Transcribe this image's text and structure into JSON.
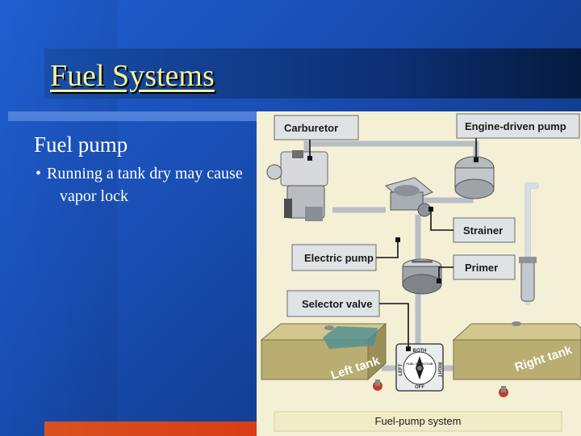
{
  "slide": {
    "title": "Fuel Systems",
    "heading": "Fuel pump",
    "bullet": "Running a tank dry may cause vapor lock",
    "bullet_symbol": "•"
  },
  "figure": {
    "labels": {
      "carburetor": "Carburetor",
      "engine_driven_pump": "Engine-driven pump",
      "strainer": "Strainer",
      "electric_pump": "Electric pump",
      "primer": "Primer",
      "selector_valve": "Selector valve"
    },
    "left_tank": "Left tank",
    "right_tank": "Right tank",
    "selector_dial": {
      "both": "BOTH",
      "left": "LEFT",
      "right": "RIGHT",
      "off": "OFF",
      "ring": "FUEL SELECTOR"
    },
    "caption": "Fuel-pump system"
  },
  "colors": {
    "title": "#f4f29a",
    "background_blue": "#1a4fb6",
    "accent_orange": "#d83a14",
    "figure_background": "#f4f0d6",
    "tank": "#b9ad72"
  }
}
